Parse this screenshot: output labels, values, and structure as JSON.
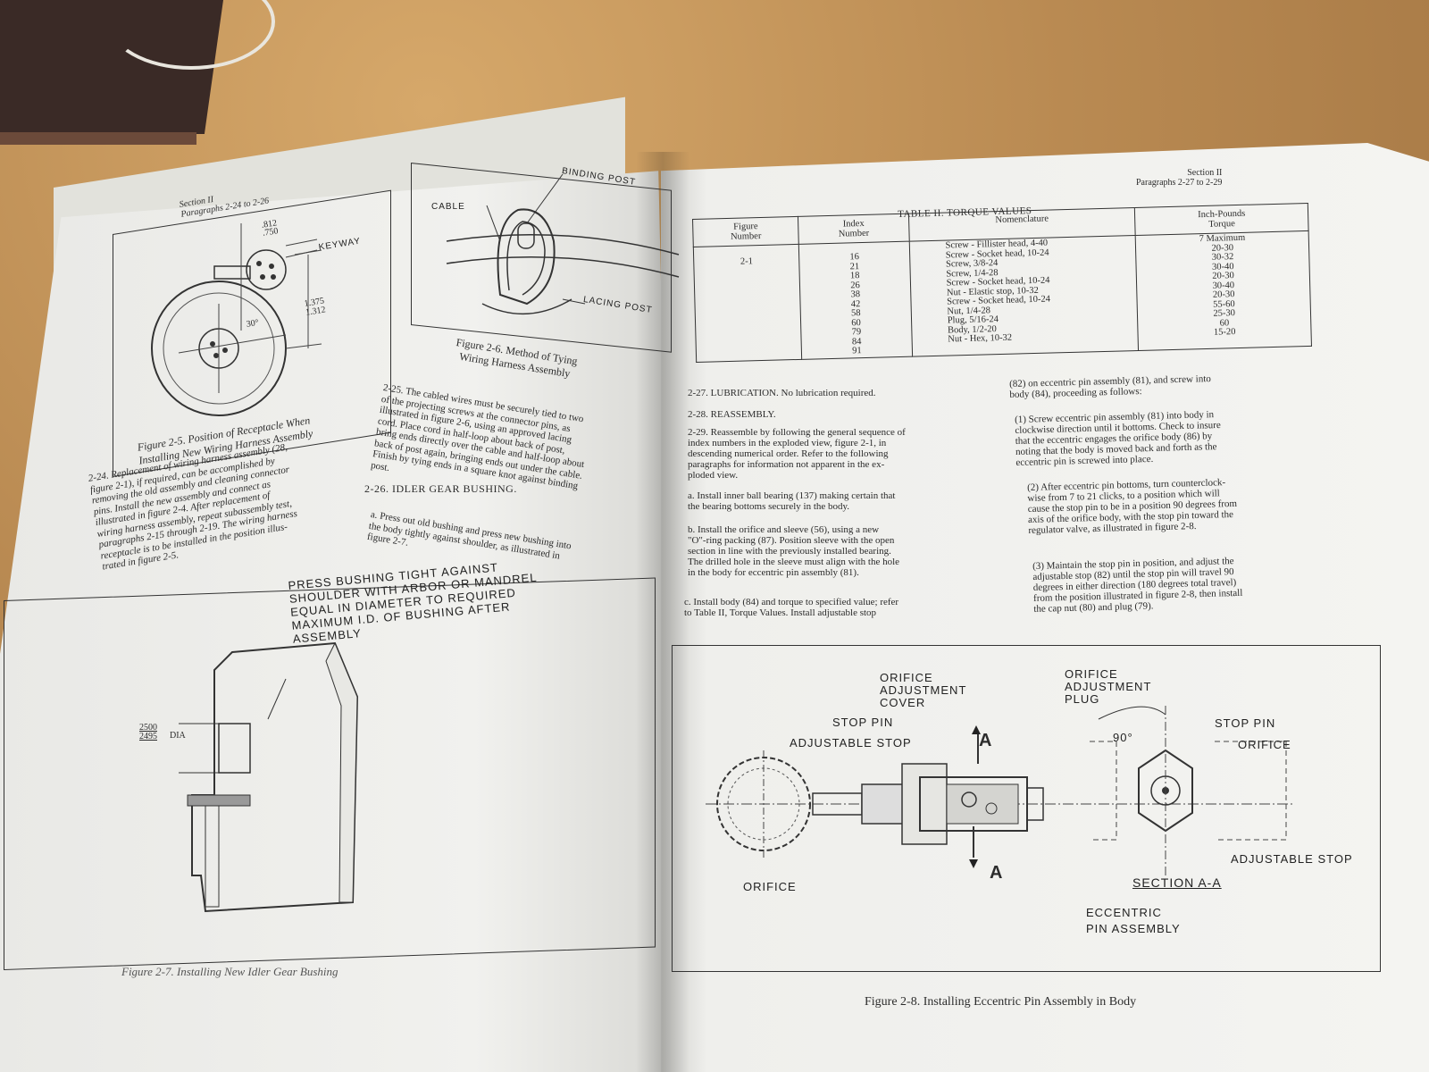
{
  "left_page": {
    "header": {
      "section": "Section II",
      "paragraphs": "Paragraphs 2-24 to 2-26"
    },
    "fig_2_5": {
      "labels": {
        "dim_top": ".812\n.750",
        "keyway": "KEYWAY",
        "dim_right": "1.375\n1.312",
        "angle": "30°"
      },
      "caption": "Figure 2-5. Position of Receptacle When\nInstalling New Wiring Harness Assembly"
    },
    "fig_2_6": {
      "labels": {
        "binding_post": "BINDING POST",
        "cable": "CABLE",
        "lacing_post": "LACING POST"
      },
      "caption": "Figure 2-6. Method of Tying\nWiring Harness Assembly"
    },
    "para_2_24": "2-24. Replacement of wiring harness assembly (28,\nfigure 2-1), if required, can be accomplished by\nremoving the old assembly and cleaning connector\npins. Install the new assembly and connect as\nillustrated in figure 2-4. After replacement of\nwiring harness assembly, repeat subassembly test,\nparagraphs 2-15 through 2-19. The wiring harness\nreceptacle is to be installed in the position illus-\ntrated in figure 2-5.",
    "para_2_25": "2-25. The cabled wires must be securely tied to two\nof the projecting screws at the connector pins, as\nillustrated in figure 2-6, using an approved lacing\ncord. Place cord in half-loop about back of post,\nbring ends directly over the cable and half-loop about\nback of post again, bringing ends out under the cable.\nFinish by tying ends in a square knot against binding\npost.",
    "heading_2_26": "2-26. IDLER GEAR BUSHING.",
    "para_2_26a": "a. Press out old bushing and press new bushing into\nthe body tightly against shoulder, as illustrated in\nfigure 2-7.",
    "fig_2_7": {
      "note": "PRESS BUSHING TIGHT AGAINST\nSHOULDER WITH ARBOR OR MANDREL\nEQUAL IN DIAMETER TO REQUIRED\nMAXIMUM I.D. OF BUSHING AFTER\nASSEMBLY",
      "dia": "2500\n2495",
      "dia_suffix": "DIA",
      "caption": "Figure 2-7. Installing New Idler Gear Bushing"
    }
  },
  "right_page": {
    "header": {
      "section": "Section II",
      "paragraphs": "Paragraphs 2-27 to 2-29"
    },
    "table_title": "TABLE II. TORQUE VALUES",
    "table": {
      "headers": [
        "Figure\nNumber",
        "Index\nNumber",
        "Nomenclature",
        "Inch-Pounds\nTorque"
      ],
      "figure_number": "2-1",
      "index_numbers": [
        "16",
        "21",
        "18",
        "26",
        "38",
        "42",
        "58",
        "60",
        "79",
        "84",
        "91"
      ],
      "nomenclature": [
        "Screw - Fillister head, 4-40",
        "Screw - Socket head, 10-24",
        "Screw, 3/8-24",
        "Screw, 1/4-28",
        "Screw - Socket head, 10-24",
        "Nut - Elastic stop, 10-32",
        "Screw - Socket head, 10-24",
        "Nut, 1/4-28",
        "Plug, 5/16-24",
        "Body, 1/2-20",
        "Nut - Hex, 10-32"
      ],
      "torque": [
        "7 Maximum",
        "20-30",
        "30-32",
        "30-40",
        "20-30",
        "30-40",
        "20-30",
        "55-60",
        "25-30",
        "60",
        "15-20"
      ]
    },
    "para_2_27": "2-27. LUBRICATION. No lubrication required.",
    "heading_2_28": "2-28. REASSEMBLY.",
    "para_2_29": "2-29. Reassemble by following the general sequence of\nindex numbers in the exploded view, figure 2-1, in\ndescending numerical order. Refer to the following\nparagraphs for information not apparent in the ex-\nploded view.",
    "para_a": "a. Install inner ball bearing (137) making certain that\nthe bearing bottoms securely in the body.",
    "para_b": "b. Install the orifice and sleeve (56), using a new\n\"O\"-ring packing (87). Position sleeve with the open\nsection in line with the previously installed bearing.\nThe drilled hole in the sleeve must align with the hole\nin the body for eccentric pin assembly (81).",
    "para_c": "c. Install body (84) and torque to specified value; refer\nto Table II, Torque Values. Install adjustable stop",
    "para_c_cont": "(82) on eccentric pin assembly (81), and screw into\nbody (84), proceeding as follows:",
    "para_1": "(1) Screw eccentric pin assembly (81) into body in\nclockwise direction until it bottoms. Check to insure\nthat the eccentric engages the orifice body (86) by\nnoting that the body is moved back and forth as the\neccentric pin is screwed into place.",
    "para_2": "(2) After eccentric pin bottoms, turn counterclock-\nwise from 7 to 21 clicks, to a position which will\ncause the stop pin to be in a position 90 degrees from\naxis of the orifice body, with the stop pin toward the\nregulator valve, as illustrated in figure 2-8.",
    "para_3": "(3) Maintain the stop pin in position, and adjust the\nadjustable stop (82) until the stop pin will travel 90\ndegrees in either direction (180 degrees total travel)\nfrom the position illustrated in figure 2-8, then install\nthe cap nut (80) and plug (79).",
    "fig_2_8": {
      "labels": {
        "cover": "ORIFICE\nADJUSTMENT\nCOVER",
        "plug": "ORIFICE\nADJUSTMENT\nPLUG",
        "stop_pin": "STOP PIN",
        "adj_stop": "ADJUSTABLE STOP",
        "section_a_top": "A",
        "section_a_bottom": "A",
        "angle": "90°",
        "stop_pin_r": "STOP PIN",
        "orifice_r": "ORIFICE",
        "adj_stop_r": "ADJUSTABLE STOP",
        "section": "SECTION A-A",
        "orifice_l": "ORIFICE",
        "eccentric": "ECCENTRIC\nPIN ASSEMBLY"
      },
      "caption": "Figure 2-8. Installing Eccentric Pin Assembly in Body"
    }
  }
}
